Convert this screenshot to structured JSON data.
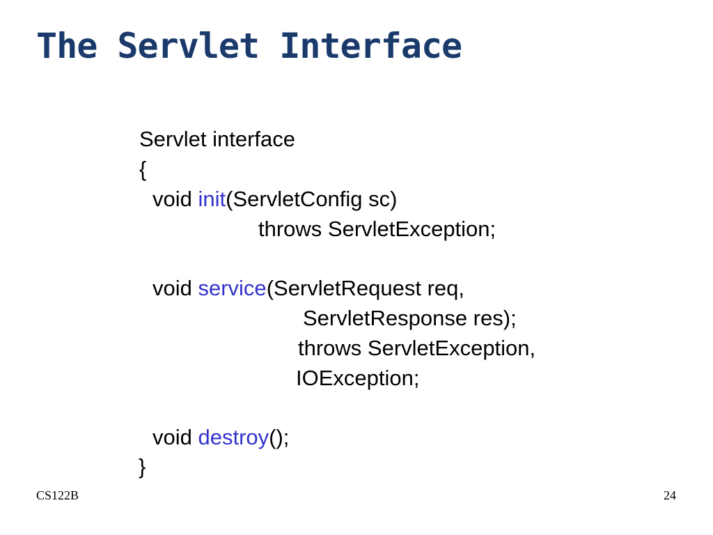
{
  "slide": {
    "title": "The Servlet Interface",
    "code": {
      "line1": "Servlet interface",
      "line2": "{",
      "init": {
        "prefix": "void ",
        "method": "init",
        "suffix": "(ServletConfig sc)"
      },
      "init_throws": "throws ServletException;",
      "service": {
        "prefix": "void ",
        "method": "service",
        "suffix": "(ServletRequest req,"
      },
      "service_arg2": "ServletResponse res);",
      "service_throws": "throws ServletException,",
      "service_ioexception": "IOException;",
      "destroy": {
        "prefix": "void ",
        "method": "destroy",
        "suffix": "();"
      },
      "closing_brace": "}"
    },
    "footer": {
      "course": "CS122B",
      "page_number": "24"
    },
    "colors": {
      "title": "#1a3a6b",
      "method_name": "#3333cc",
      "text": "#000000"
    }
  }
}
